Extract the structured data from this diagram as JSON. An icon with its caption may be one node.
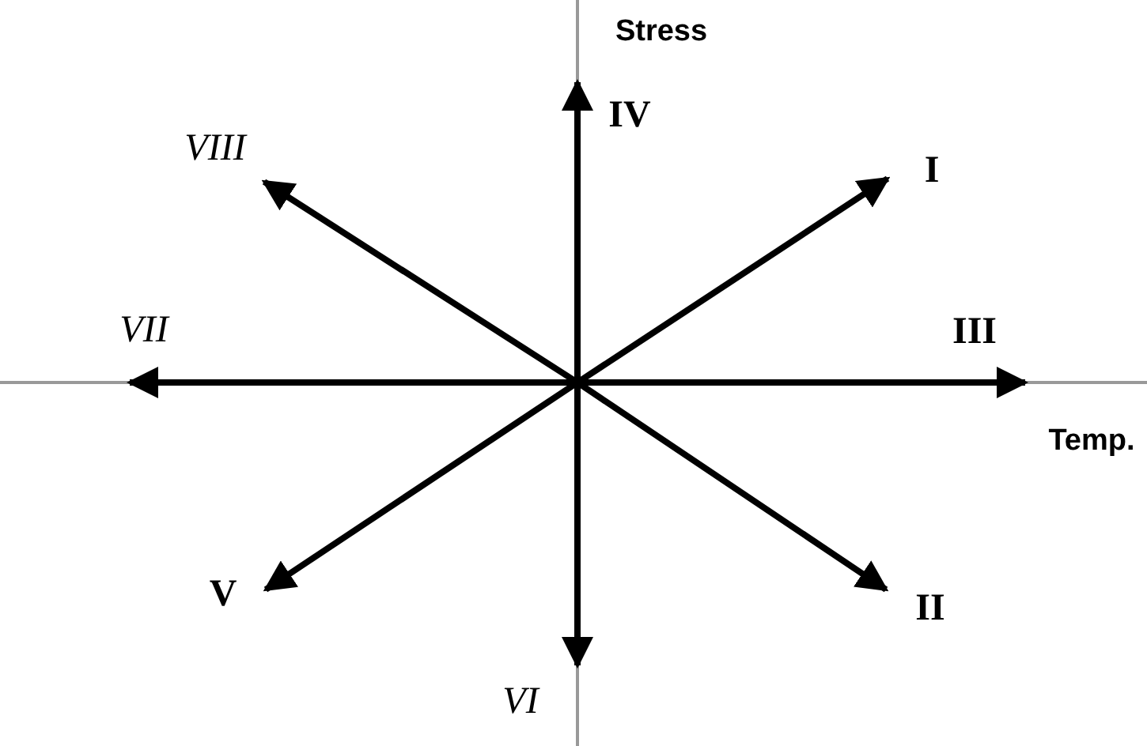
{
  "diagram": {
    "nodes": [
      {
        "text": [
          "IV"
        ]
      },
      {
        "text": [
          "VIII"
        ]
      },
      {
        "text": [
          "I"
        ]
      },
      {
        "text": [
          "VII"
        ]
      },
      {
        "text": [
          "III"
        ]
      },
      {
        "text": [
          "V"
        ]
      },
      {
        "text": [
          "II"
        ]
      },
      {
        "text": [
          "VI"
        ]
      }
    ],
    "edges": [
      {
        "from": null,
        "to": 0,
        "arrow": "to"
      },
      {
        "from": null,
        "to": 1,
        "arrow": "to"
      },
      {
        "from": null,
        "to": 2,
        "arrow": "to"
      },
      {
        "from": null,
        "to": 3,
        "arrow": "to"
      },
      {
        "from": null,
        "to": 4,
        "arrow": "to"
      },
      {
        "from": null,
        "to": 5,
        "arrow": "to"
      },
      {
        "from": null,
        "to": 6,
        "arrow": "to"
      },
      {
        "from": null,
        "to": 7,
        "arrow": "to"
      }
    ],
    "labels": [
      "Stress",
      "Temp."
    ]
  }
}
